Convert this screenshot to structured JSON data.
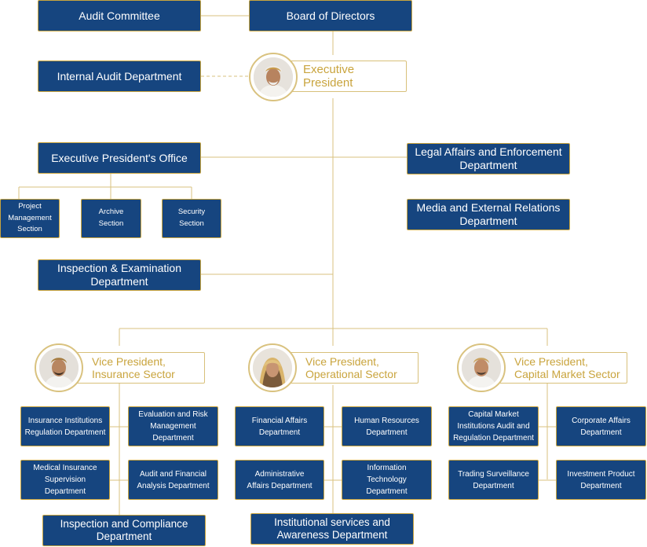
{
  "colors": {
    "box_fill": "#16457f",
    "box_border": "#c9a43d",
    "box_text": "#ffffff",
    "line": "#d9c27f",
    "accent_text": "#c9a43d"
  },
  "top": {
    "audit_committee": "Audit Committee",
    "board": "Board of Directors",
    "internal_audit": "Internal Audit Department",
    "executive_president": "Executive President"
  },
  "executive_office": {
    "title": "Executive President's Office",
    "sections": {
      "project": "Project\nManagement\nSection",
      "archive": "Archive\nSection",
      "security": "Security\nSection"
    }
  },
  "departments": {
    "legal": "Legal Affairs and Enforcement\nDepartment",
    "media": "Media and External Relations\nDepartment",
    "inspection_exam": "Inspection & Examination\nDepartment"
  },
  "sectors": {
    "insurance": {
      "title": "Vice President,\nInsurance Sector",
      "departments": {
        "regulation": "Insurance Institutions\nRegulation Department",
        "evaluation": "Evaluation and Risk\nManagement\nDepartment",
        "medical": "Medical Insurance\nSupervision\nDepartment",
        "audit_fin": "Audit and Financial\nAnalysis Department",
        "inspection_compliance": "Inspection and Compliance\nDepartment"
      }
    },
    "operational": {
      "title": "Vice President,\nOperational Sector",
      "departments": {
        "financial": "Financial Affairs\nDepartment",
        "hr": "Human Resources\nDepartment",
        "admin": "Administrative\nAffairs Department",
        "it": "Information\nTechnology\nDepartment",
        "institutional": "Institutional services and\nAwareness Department"
      }
    },
    "capital": {
      "title": "Vice President,\nCapital Market Sector",
      "departments": {
        "cmi": "Capital Market\nInstitutions Audit and\nRegulation Department",
        "corporate": "Corporate Affairs\nDepartment",
        "trading": "Trading Surveillance\nDepartment",
        "investment": "Investment Product\nDepartment"
      }
    }
  },
  "icons": [
    "portrait-executive-president-icon",
    "portrait-vp-insurance-icon",
    "portrait-vp-operational-icon",
    "portrait-vp-capital-market-icon"
  ]
}
